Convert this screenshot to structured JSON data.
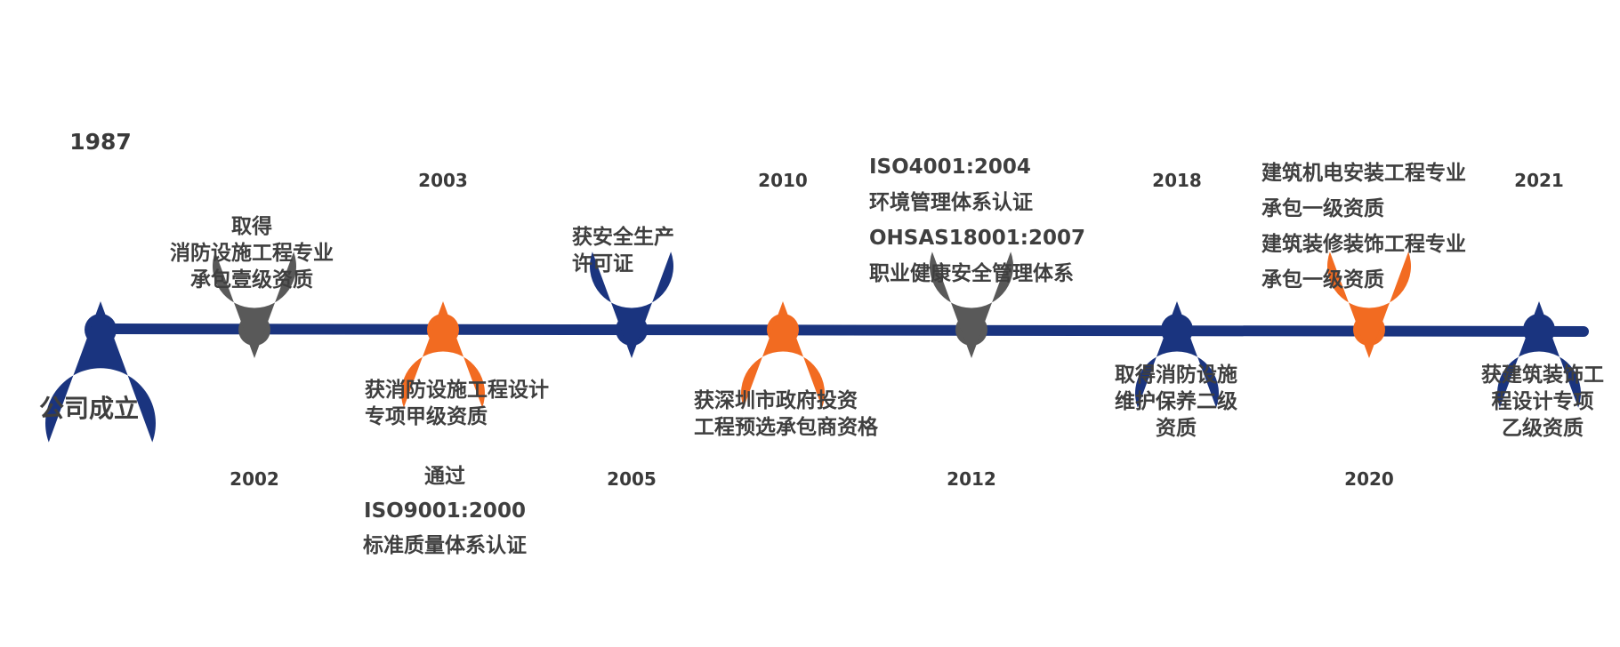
{
  "colors": {
    "navy": "#1a347f",
    "orange": "#f26b21",
    "gray": "#595959",
    "text": "#3f3f3f",
    "pin_text": "#3a3a3a"
  },
  "timeline": {
    "milestones": [
      {
        "year": "1987",
        "color": "navy",
        "pin": "up-large"
      },
      {
        "year": "2002",
        "color": "gray",
        "pin": "down"
      },
      {
        "year": "2003",
        "color": "orange",
        "pin": "up"
      },
      {
        "year": "2005",
        "color": "navy",
        "pin": "down"
      },
      {
        "year": "2010",
        "color": "orange",
        "pin": "up"
      },
      {
        "year": "2012",
        "color": "gray",
        "pin": "down"
      },
      {
        "year": "2018",
        "color": "navy",
        "pin": "up"
      },
      {
        "year": "2020",
        "color": "orange",
        "pin": "down"
      },
      {
        "year": "2021",
        "color": "navy",
        "pin": "up"
      }
    ]
  },
  "labels": {
    "founded": "公司成立",
    "m2002": [
      "取得",
      "消防设施工程专业",
      "承包壹级资质"
    ],
    "m2003": [
      "获消防设施工程设计",
      "专项甲级资质"
    ],
    "m2003b": [
      "通过",
      "ISO9001:2000",
      "标准质量体系认证"
    ],
    "m2005a": [
      "获安全生产",
      "许可证"
    ],
    "m2005b": [
      "获深圳市政府投资",
      "工程预选承包商资格"
    ],
    "m2012": [
      "ISO4001:2004",
      "环境管理体系认证",
      "OHSAS18001:2007",
      "职业健康安全管理体系"
    ],
    "m2018": [
      "取得消防设施",
      "维护保养二级",
      "资质"
    ],
    "m2020": [
      "建筑机电安装工程专业",
      "承包一级资质",
      "建筑装修装饰工程专业",
      "承包一级资质"
    ],
    "m2021": [
      "获建筑装饰工",
      "程设计专项",
      "乙级资质"
    ]
  }
}
